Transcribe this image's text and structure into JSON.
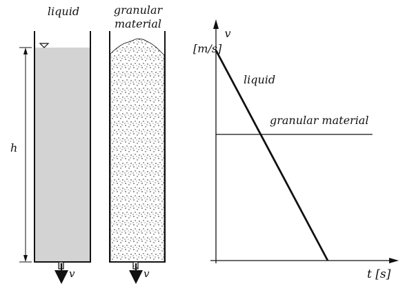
{
  "labels": {
    "liquid_tank": "liquid",
    "granular_tank_line1": "granular",
    "granular_tank_line2": "material",
    "height": "h",
    "outflow_left": "v",
    "outflow_right": "v",
    "graph_liquid": "liquid",
    "graph_granular": "granular material",
    "y_axis_line1": "v",
    "y_axis_line2": "[m/s]",
    "x_axis": "t [s]"
  },
  "colors": {
    "liquid_fill": "#d3d3d3",
    "line": "#111111"
  },
  "chart_data": {
    "type": "line",
    "xlabel": "t [s]",
    "ylabel": "v [m/s]",
    "series": [
      {
        "name": "liquid",
        "x": [
          0,
          1
        ],
        "y": [
          1,
          0
        ]
      },
      {
        "name": "granular material",
        "x": [
          0,
          1.4
        ],
        "y": [
          0.6,
          0.6
        ]
      }
    ]
  }
}
